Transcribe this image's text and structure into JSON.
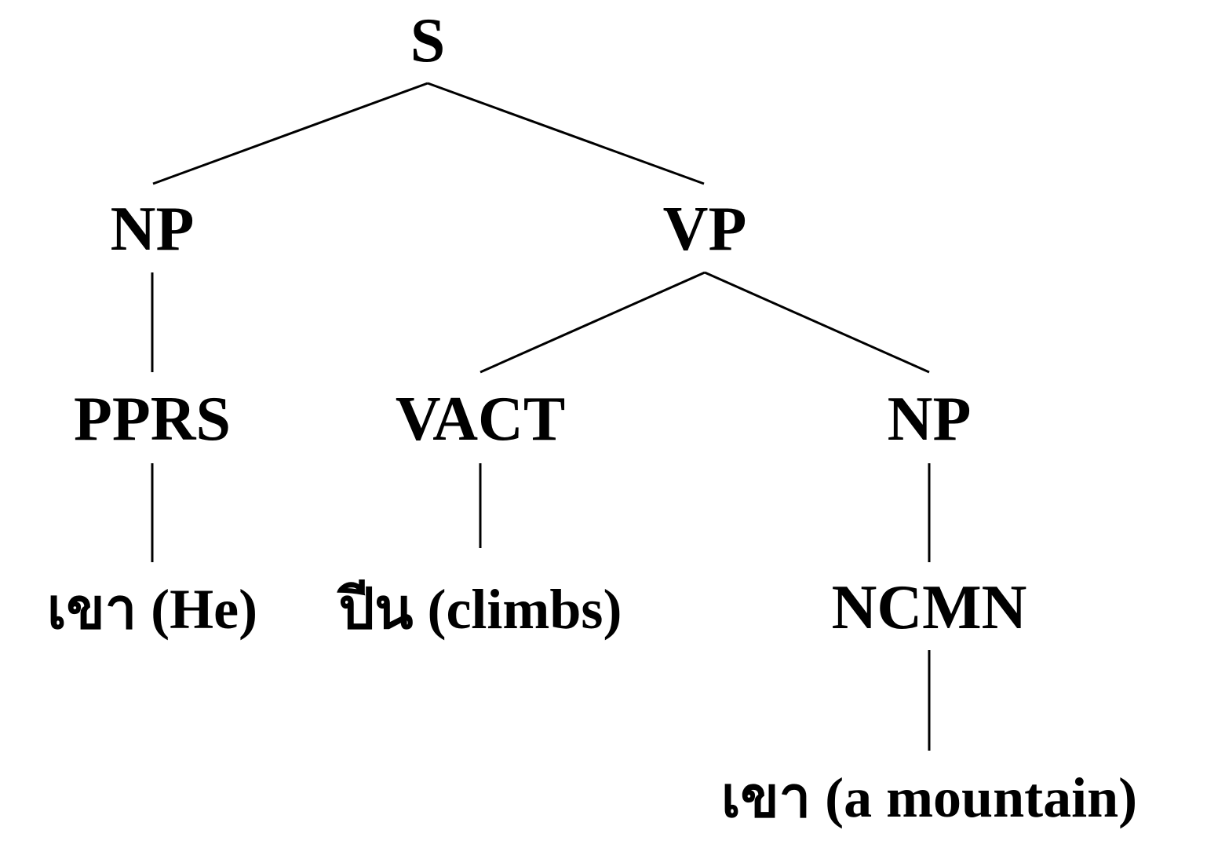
{
  "tree": {
    "nodes": {
      "s": "S",
      "np_subject": "NP",
      "vp": "VP",
      "pprs": "PPRS",
      "vact": "VACT",
      "np_object": "NP",
      "ncmn": "NCMN"
    },
    "leaves": {
      "he": "เขา (He)",
      "climbs": "ปีน (climbs)",
      "mountain": "เขา (a mountain)"
    }
  }
}
